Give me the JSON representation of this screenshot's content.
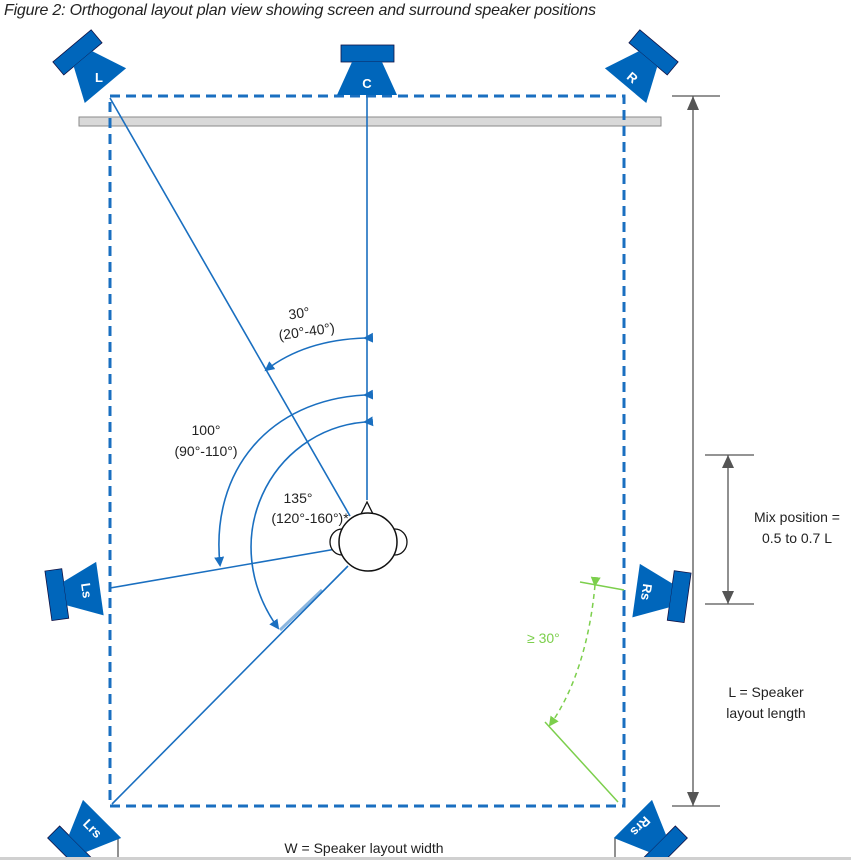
{
  "caption": "Figure 2: Orthogonal layout plan view showing screen and surround speaker positions",
  "speakers": {
    "left": "L",
    "center": "C",
    "right": "R",
    "left_surround": "Ls",
    "right_surround": "Rs",
    "left_rear_surround": "Lrs",
    "right_rear_surround": "Rrs"
  },
  "angles": {
    "front": {
      "nominal": "30°",
      "range": "(20°-40°)"
    },
    "side": {
      "nominal": "100°",
      "range": "(90°-110°)"
    },
    "rear": {
      "nominal": "135°",
      "range": "(120°-160°)*"
    },
    "rear_spacing": "≥ 30°"
  },
  "dimensions": {
    "mix_position_line1": "Mix position =",
    "mix_position_line2": "0.5 to 0.7 L",
    "length_line1": "L = Speaker",
    "length_line2": "layout length",
    "width": "W = Speaker layout width"
  },
  "colors": {
    "speaker": "#0066bb",
    "guide": "#1a6fc0",
    "green": "#7ccf4c",
    "screen": "#d9d9d9",
    "dim": "#555555"
  }
}
